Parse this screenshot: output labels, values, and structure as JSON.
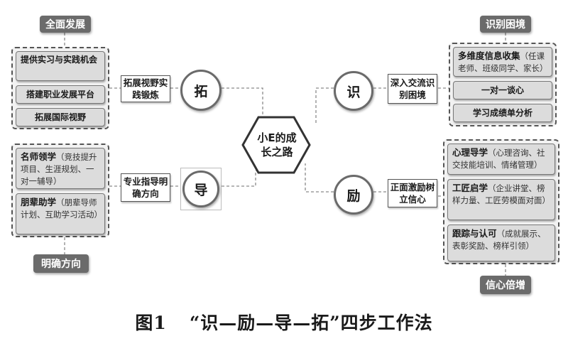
{
  "tags": {
    "quanmian": "全面发展",
    "shibie": "识别困境",
    "mingque": "明确方向",
    "xinxin": "信心倍增"
  },
  "center_node": "小E的成长之路",
  "circles": {
    "tuo": "拓",
    "shi": "识",
    "dao": "导",
    "li": "励"
  },
  "labels": {
    "tuo": "拓展视野实践锻炼",
    "shi": "深入交流识别困境",
    "dao": "专业指导明确方向",
    "li": "正面激励树立信心"
  },
  "left_top_items": [
    "提供实习与实践机会",
    "搭建职业发展平台",
    "拓展国际视野"
  ],
  "left_bottom_items": [
    {
      "title": "名师领学",
      "desc": "（竞技提升项目、生涯规划、一对一辅导）"
    },
    {
      "title": "朋辈助学",
      "desc": "（朋辈导师计划、互助学习活动）"
    }
  ],
  "right_top_items": [
    {
      "title": "多维度信息收集",
      "desc": "（任课老师、班级同学、家长）"
    },
    {
      "title": "一对一谈心",
      "desc": ""
    },
    {
      "title": "学习成绩单分析",
      "desc": ""
    }
  ],
  "right_bottom_items": [
    {
      "title": "心理导学",
      "desc": "（心理咨询、社交技能培训、情绪管理）"
    },
    {
      "title": "工匠启学",
      "desc": "（企业讲堂、榜样力量、工匠劳模面对面）"
    },
    {
      "title": "跟踪与认可",
      "desc": "（成就展示、表彰奖励、榜样引领）"
    }
  ],
  "caption": {
    "figure": "图1",
    "title": "“识—励—导—拓”四步工作法"
  }
}
